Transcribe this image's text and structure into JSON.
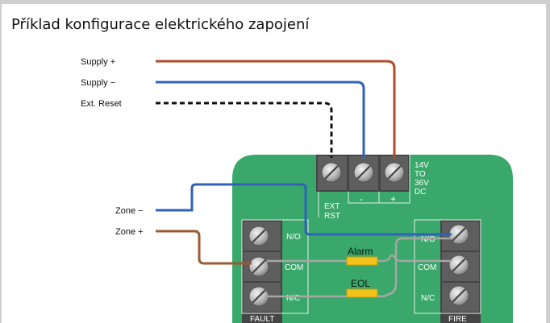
{
  "title": "Příklad konfigurace elektrického zapojení",
  "wires": {
    "supply_plus": "Supply +",
    "supply_minus": "Supply −",
    "ext_reset": "Ext. Reset",
    "zone_minus": "Zone −",
    "zone_plus": "Zone +"
  },
  "power_terminal": {
    "ext_rst_line1": "EXT",
    "ext_rst_line2": "RST",
    "minus": "-",
    "plus": "+",
    "rating": [
      "14V",
      "TO",
      "36V",
      "DC"
    ]
  },
  "fault_block": {
    "no": "N/O",
    "com": "COM",
    "nc": "N/C",
    "name": "FAULT"
  },
  "fire_block": {
    "no": "N/O",
    "com": "COM",
    "nc": "N/C",
    "name": "FIRE"
  },
  "resistors": {
    "alarm": "Alarm",
    "eol": "EOL"
  },
  "colors": {
    "board": "#3aa86b",
    "red_wire": "#b24a2a",
    "blue_wire": "#2f63b8",
    "brown_wire": "#9b5a33",
    "grey_wire": "#a6a6a6",
    "resistor": "#f2c21b",
    "terminal": "#4a4a4a"
  }
}
